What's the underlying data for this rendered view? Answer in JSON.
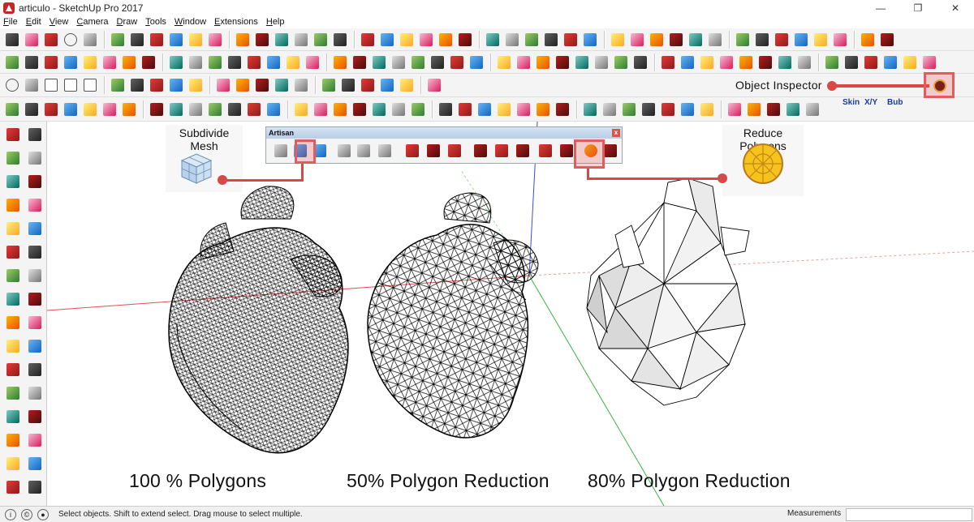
{
  "window": {
    "title": "articulo - SketchUp Pro 2017",
    "minimize": "—",
    "restore": "❐",
    "close": "✕"
  },
  "menu": [
    "File",
    "Edit",
    "View",
    "Camera",
    "Draw",
    "Tools",
    "Window",
    "Extensions",
    "Help"
  ],
  "toolbar": {
    "object_inspector_label": "Object  Inspector",
    "skin_label": "Skin",
    "xy_label": "X/Y",
    "bub_label": "Bub"
  },
  "artisan": {
    "title": "Artisan",
    "close": "x"
  },
  "callouts": {
    "subdivide": "Subdivide Mesh",
    "reduce": "Reduce Polygons"
  },
  "captions": [
    "100 % Polygons",
    "50% Polygon Reduction",
    "80% Polygon Reduction"
  ],
  "status": {
    "text": "Select objects. Shift to extend select. Drag mouse to select multiple.",
    "measurements_label": "Measurements",
    "measurements_value": ""
  },
  "colors": {
    "accent": "#d94747",
    "axis_red": "#e05050",
    "axis_green": "#3cb043",
    "axis_blue": "#3a4fd1"
  }
}
